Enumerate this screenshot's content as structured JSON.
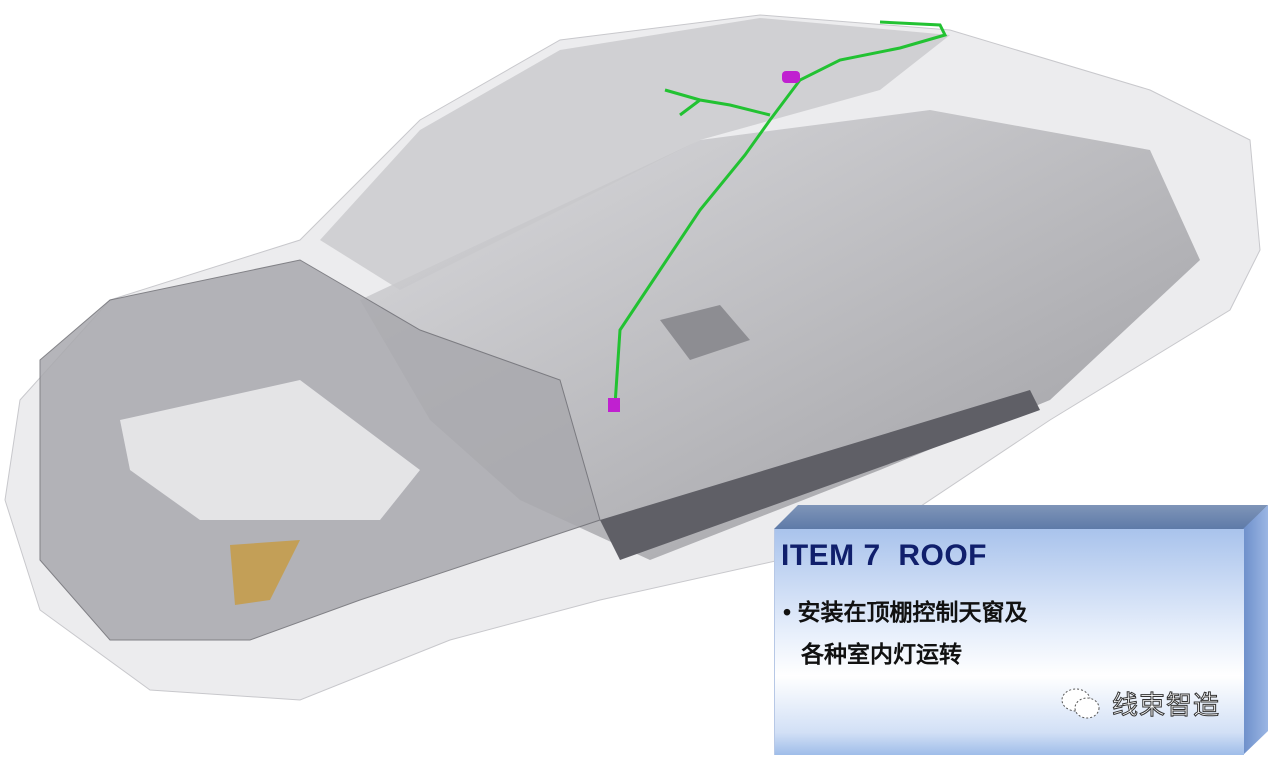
{
  "slide": {
    "title": "ITEM 7  ROOF",
    "bullet_marker": "•",
    "bullet_line_1": "安装在顶棚控制天窗及",
    "bullet_line_2": "各种室内灯运转"
  },
  "watermark": {
    "text": "线束智造",
    "icon": "wechat-icon"
  },
  "colors": {
    "harness": "#22c232",
    "connector": "#c020d0",
    "title": "#101f6c"
  }
}
